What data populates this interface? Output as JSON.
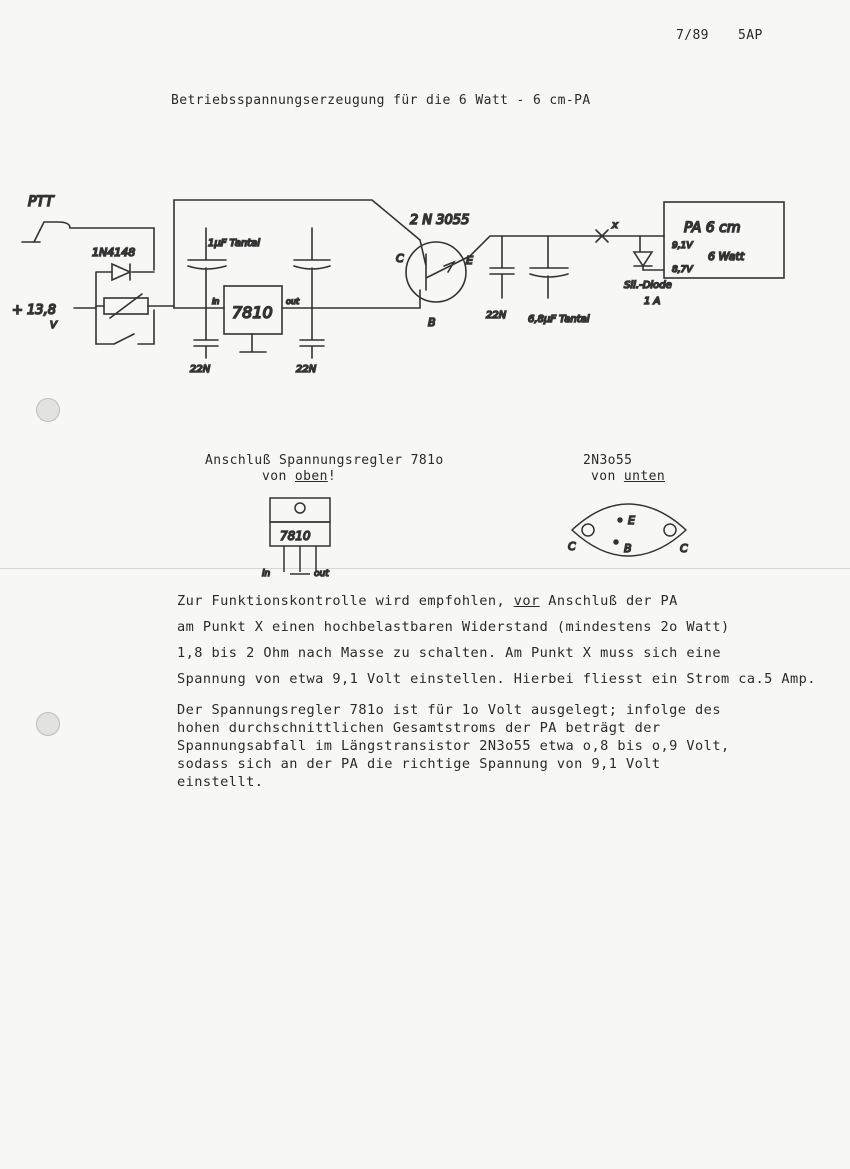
{
  "header": {
    "date": "7/89",
    "ref": "5AP"
  },
  "title": "Betriebsspannungserzeugung für die 6 Watt - 6 cm-PA",
  "schematic": {
    "ptt": "PTT",
    "diode_1": "1N4148",
    "supply": "+ 13,8",
    "supply_unit": "V",
    "cap_tantal_1": "1µF Tantal",
    "reg_in": "in",
    "reg_out": "out",
    "regulator": "7810",
    "cap_22n_a": "22N",
    "cap_22n_b": "22N",
    "transistor": "2 N 3055",
    "pin_c": "C",
    "pin_e": "E",
    "pin_b": "B",
    "cap_22n_c": "22N",
    "cap_tantal_2": "6,8µF Tantal",
    "point_x": "x",
    "pa_label_1": "PA 6 cm",
    "pa_label_2": "6 Watt",
    "pa_v1": "9,1V",
    "pa_v2": "8,7V",
    "si_diode_1": "Sil.-Diode",
    "si_diode_2": "1 A"
  },
  "pinout_left": {
    "line1": "Anschluß Spannungsregler 781o",
    "line2_pre": "von ",
    "line2_u": "oben",
    "line2_post": "!",
    "ic": "7810",
    "in": "in",
    "out": "out"
  },
  "pinout_right": {
    "line1": "2N3o55",
    "line2_pre": "von ",
    "line2_u": "unten",
    "c_left": "C",
    "c_right": "C",
    "e": "E",
    "b": "B"
  },
  "para1": {
    "l1_pre": "Zur Funktionskontrolle wird empfohlen, ",
    "l1_u": "vor",
    "l1_post": " Anschluß der PA",
    "l2": "am Punkt  X  einen hochbelastbaren Widerstand (mindestens 2o Watt)",
    "l3": "1,8 bis 2 Ohm nach Masse zu schalten. Am Punkt  X  muss sich eine",
    "l4": "Spannung von etwa 9,1 Volt einstellen. Hierbei fliesst ein Strom ca.5 Amp."
  },
  "para2": {
    "l1": "Der Spannungsregler 781o ist für 1o Volt ausgelegt; infolge des",
    "l2": "hohen durchschnittlichen Gesamtstroms der PA beträgt der",
    "l3": "Spannungsabfall im Längstransistor 2N3o55 etwa o,8 bis o,9 Volt,",
    "l4": "sodass sich an der PA die richtige Spannung von 9,1 Volt",
    "l5": "einstellt."
  }
}
